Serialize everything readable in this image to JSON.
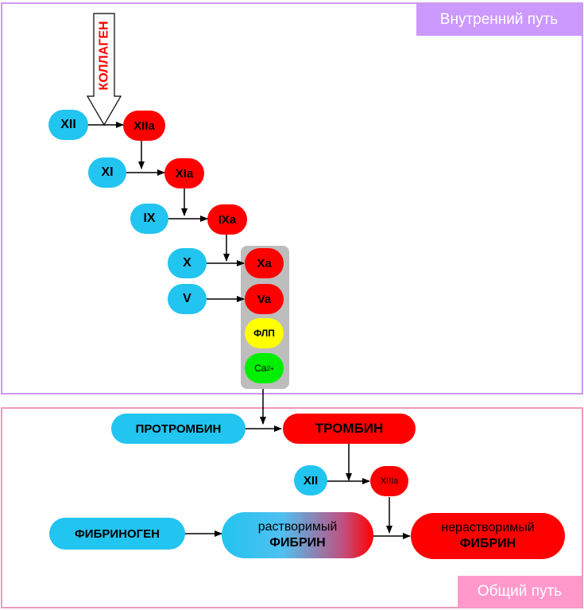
{
  "panels": {
    "internal_label": "Внутренний путь",
    "common_label": "Общий путь"
  },
  "collagen": "КОЛЛАГЕН",
  "nodes": {
    "xii": "XII",
    "xiia": "XIIa",
    "xi": "XI",
    "xia": "XIa",
    "ix": "IX",
    "ixa": "IXa",
    "x": "X",
    "xa": "Xa",
    "v": "V",
    "va": "Va",
    "flp": "ФЛП",
    "ca_base": "Ca",
    "ca_charge": "2+",
    "prothrombin": "ПРОТРОМБИН",
    "thrombin": "ТРОМБИН",
    "xii_b": "XII",
    "xiiia": "XIIIa",
    "fibrinogen": "ФИБРИНОГЕН",
    "soluble_line1": "растворимый",
    "soluble_line2": "ФИБРИН",
    "insoluble_line1": "нерастворимый",
    "insoluble_line2": "ФИБРИН"
  },
  "colors": {
    "zymogen": "#22c4f0",
    "active": "#ff0000",
    "phospholipid": "#ffff00",
    "calcium": "#00ee00"
  }
}
